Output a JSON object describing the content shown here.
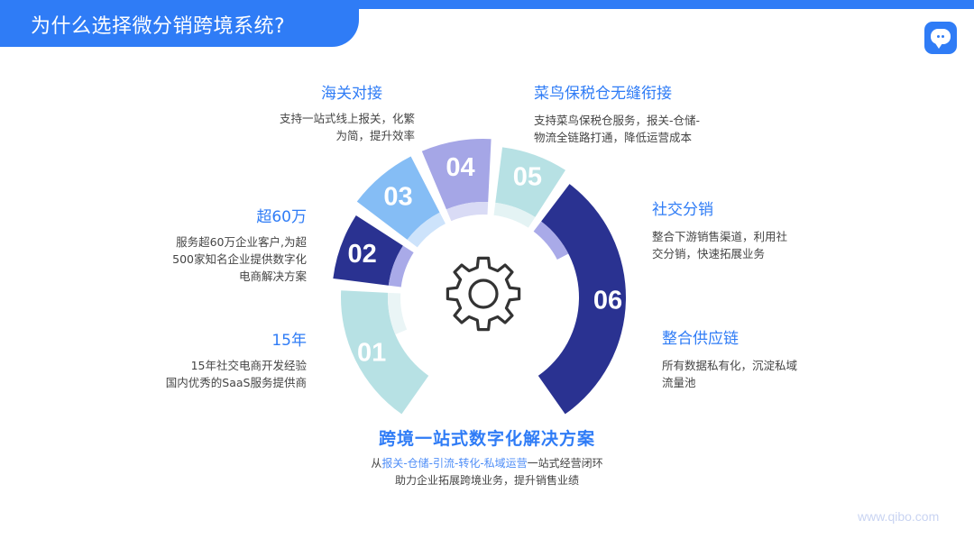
{
  "title": "为什么选择微分销跨境系统?",
  "segments": [
    {
      "num": "01",
      "color": "#b7e1e4"
    },
    {
      "num": "02",
      "color": "#2a3291"
    },
    {
      "num": "03",
      "color": "#85bdf5"
    },
    {
      "num": "04",
      "color": "#a5a6e6"
    },
    {
      "num": "05",
      "color": "#b7e1e4"
    },
    {
      "num": "06",
      "color": "#2a3291"
    }
  ],
  "items": {
    "i01": {
      "title": "15年",
      "desc1": "15年社交电商开发经验",
      "desc2": "国内优秀的SaaS服务提供商"
    },
    "i02": {
      "title": "超60万",
      "desc1": "服务超60万企业客户,为超",
      "desc2": "500家知名企业提供数字化",
      "desc3": "电商解决方案"
    },
    "i03": {
      "title": "海关对接",
      "desc1": "支持一站式线上报关，化繁",
      "desc2": "为简，提升效率"
    },
    "i04": {
      "title": "菜鸟保税仓无缝衔接",
      "desc1": "支持菜鸟保税仓服务，报关-仓储-",
      "desc2": "物流全链路打通，降低运营成本"
    },
    "i05": {
      "title": "社交分销",
      "desc1": "整合下游销售渠道，利用社",
      "desc2": "交分销，快速拓展业务"
    },
    "i06": {
      "title": "整合供应链",
      "desc1": "所有数据私有化，沉淀私域",
      "desc2": "流量池"
    }
  },
  "center": {
    "title": "跨境一站式数字化解决方案",
    "prefix": "从",
    "highlight": "报关-仓储-引流-转化-私域运营",
    "suffix": "一站式经营闭环",
    "line2": "助力企业拓展跨境业务，提升销售业绩"
  },
  "icons": [
    "gear-icon",
    "chat-bot-icon"
  ],
  "watermark": "www.qibo.com"
}
